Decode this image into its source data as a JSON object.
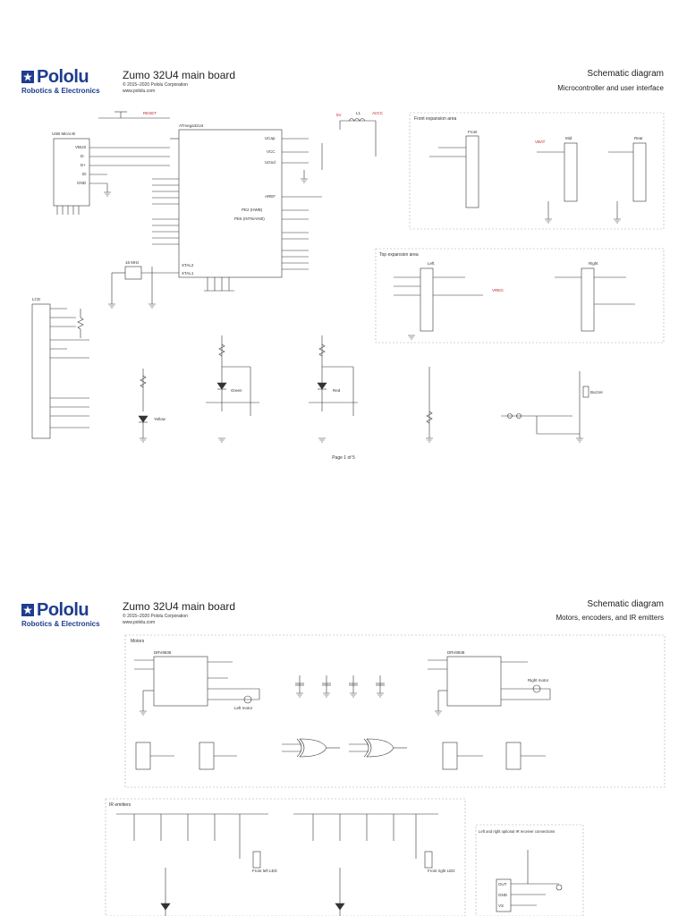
{
  "brand": {
    "word": "Pololu",
    "tagline": "Robotics & Electronics"
  },
  "colors": {
    "brand_blue": "#1e3d8f",
    "net_red": "#c0272d",
    "wire_dark": "#333333",
    "region_dash": "#aaaaaa"
  },
  "sheet1": {
    "title": "Zumo 32U4 main board",
    "copyright": "© 2015–2020 Pololu Corporation",
    "website": "www.pololu.com",
    "kind": "Schematic diagram",
    "subtitle": "Microcontroller and user interface",
    "page": "Page 1 of 5",
    "regions": {
      "front": "Front expansion area",
      "top": "Top expansion area"
    },
    "parts": {
      "usb": "USB Micro-B",
      "mcu": "ATmega32U4",
      "lcd": "LCD",
      "crystal": "16 MHz",
      "reset": "RESET",
      "inductor": "L1",
      "avcc": "AVCC",
      "front_header": "Front",
      "left_header": "Left",
      "right_header": "Right",
      "buzzer": "Buzzer",
      "rear": "Rear",
      "mid": "Mid"
    },
    "labels": {
      "vbus": "VBUS",
      "dminus": "D-",
      "dplus": "D+",
      "id": "ID",
      "gnd": "GND",
      "ucap": "UCap",
      "vcc": "VCC",
      "ugnd": "UGnd",
      "aref": "AREF",
      "xtal2": "XTAL2",
      "xtal1": "XTAL1",
      "pe2": "PE2 (HWB)",
      "pe6": "PE6 (INT6/AIN0)",
      "five_v": "5V",
      "vbat": "VBAT",
      "vreg": "VREG",
      "r_red": "Red",
      "r_green": "Green",
      "r_yellow": "Yellow"
    }
  },
  "sheet2": {
    "title": "Zumo 32U4 main board",
    "copyright": "© 2015–2020 Pololu Corporation",
    "website": "www.pololu.com",
    "kind": "Schematic diagram",
    "subtitle": "Motors, encoders, and IR emitters",
    "regions": {
      "motors": "Motors",
      "ir": "IR emitters",
      "ir_rx": "Left and right optional IR receiver connections"
    },
    "parts": {
      "driver": "DRV8838",
      "left_motor": "Left motor",
      "right_motor": "Right motor",
      "front_left_led": "Front left LED",
      "front_right_led": "Front right LED",
      "out": "OUT",
      "gnd": "GND",
      "vs": "VS"
    }
  }
}
